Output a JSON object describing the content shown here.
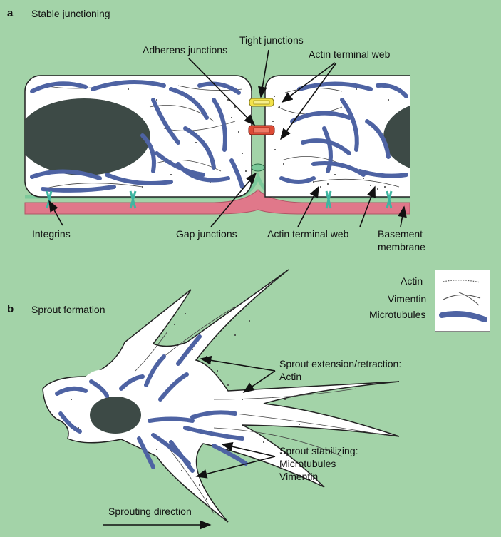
{
  "panel_a": {
    "letter": "a",
    "title": "Stable junctioning",
    "labels": {
      "tight_junctions": "Tight junctions",
      "adherens_junctions": "Adherens junctions",
      "actin_terminal_web_top": "Actin terminal web",
      "integrins": "Integrins",
      "gap_junctions": "Gap junctions",
      "actin_terminal_web_bottom": "Actin terminal web",
      "basement_line1": "Basement",
      "basement_line2": "membrane"
    }
  },
  "legend": {
    "actin": "Actin",
    "vimentin": "Vimentin",
    "microtubules": "Microtubules"
  },
  "panel_b": {
    "letter": "b",
    "title": "Sprout formation",
    "labels": {
      "sprout_ext_line1": "Sprout extension/retraction:",
      "sprout_ext_line2": "Actin",
      "sprout_stab_line1": "Sprout stabilizing:",
      "sprout_stab_line2": "Microtubules",
      "sprout_stab_line3": "Vimentin",
      "sprouting_direction": "Sprouting direction"
    }
  },
  "colors": {
    "background": "#a3d3a8",
    "cell": "#ffffff",
    "nucleus": "#3d4a46",
    "microtubule": "#4e63a3",
    "basement_membrane": "#e0788a",
    "plasma_membrane": "#7cc99a",
    "tight_junction": "#f2e24a",
    "adherens_junction": "#dd4a35",
    "integrin": "#3fb5a0"
  }
}
